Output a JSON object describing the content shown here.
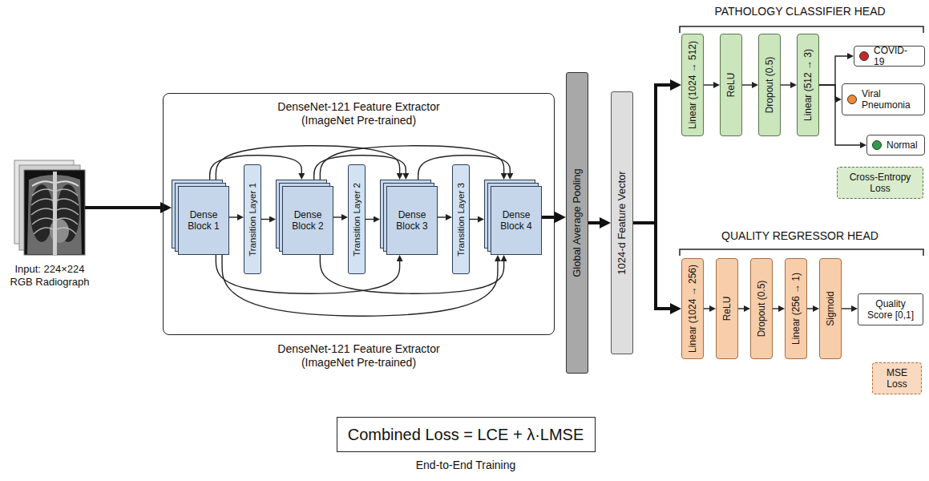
{
  "diagram": {
    "nodes": [
      {
        "text": [
          "Input: 224×224 RGB Radiograph"
        ]
      },
      {
        "text": [
          "DenseNet-121 Feature Extractor (ImageNet Pre-trained)",
          "DenseNet-121 Feature Extractor (ImageNet Pre-trained)"
        ]
      },
      {
        "text": [
          "Dense Block 1"
        ],
        "in": 1
      },
      {
        "text": [
          "Transition Layer 1"
        ],
        "in": 1
      },
      {
        "text": [
          "Dense Block 2"
        ],
        "in": 1
      },
      {
        "text": [
          "Transition Layer 2"
        ],
        "in": 1
      },
      {
        "text": [
          "Dense Block 3"
        ],
        "in": 1
      },
      {
        "text": [
          "Transition Layer 3"
        ],
        "in": 1
      },
      {
        "text": [
          "Dense Block 4"
        ],
        "in": 1
      },
      {
        "text": [
          "Global Average Pooling"
        ]
      },
      {
        "text": [
          "1024-d Feature Vector"
        ]
      },
      {
        "text": [
          "Linear (1024 → 512)"
        ]
      },
      {
        "text": [
          "ReLU"
        ]
      },
      {
        "text": [
          "Dropout (0.5)"
        ]
      },
      {
        "text": [
          "Linear (512 → 3)"
        ]
      },
      {
        "text": [
          "COVID-19"
        ]
      },
      {
        "text": [
          "Viral Pneumonia"
        ]
      },
      {
        "text": [
          "Normal"
        ]
      },
      {
        "text": [
          "Cross-Entropy Loss"
        ]
      },
      {
        "text": [
          "Linear (1024 → 256)"
        ]
      },
      {
        "text": [
          "ReLU"
        ]
      },
      {
        "text": [
          "Dropout (0.5)"
        ]
      },
      {
        "text": [
          "Linear (256 → 1)"
        ]
      },
      {
        "text": [
          "Sigmoid"
        ]
      },
      {
        "text": [
          "Quality Score [0,1]"
        ]
      },
      {
        "text": [
          "MSE Loss"
        ]
      },
      {
        "text": [
          "Combined Loss = LCE + λ·LMSE"
        ]
      }
    ],
    "edges": [
      {
        "from": 0,
        "to": 2,
        "arrow": "to"
      },
      {
        "from": 2,
        "to": 3,
        "arrow": "to"
      },
      {
        "from": 3,
        "to": 4,
        "arrow": "to"
      },
      {
        "from": 4,
        "to": 5,
        "arrow": "to"
      },
      {
        "from": 5,
        "to": 6,
        "arrow": "to"
      },
      {
        "from": 6,
        "to": 7,
        "arrow": "to"
      },
      {
        "from": 7,
        "to": 8,
        "arrow": "to"
      },
      {
        "from": 2,
        "to": 4,
        "arrow": "to"
      },
      {
        "from": 2,
        "to": 6,
        "arrow": "to"
      },
      {
        "from": 4,
        "to": 6,
        "arrow": "to"
      },
      {
        "from": 4,
        "to": 8,
        "arrow": "to"
      },
      {
        "from": 6,
        "to": 8,
        "arrow": "to"
      },
      {
        "from": 2,
        "to": 6,
        "arrow": "to"
      },
      {
        "from": 2,
        "to": 8,
        "arrow": "to"
      },
      {
        "from": 4,
        "to": 8,
        "arrow": "to"
      },
      {
        "from": 8,
        "to": 9,
        "arrow": "to"
      },
      {
        "from": 9,
        "to": 10,
        "arrow": "to"
      },
      {
        "from": 10,
        "to": 11,
        "arrow": "to"
      },
      {
        "from": 10,
        "to": 19,
        "arrow": "to"
      },
      {
        "from": 11,
        "to": 12,
        "arrow": "to"
      },
      {
        "from": 12,
        "to": 13,
        "arrow": "to"
      },
      {
        "from": 13,
        "to": 14,
        "arrow": "to"
      },
      {
        "from": 14,
        "to": 15,
        "arrow": "to"
      },
      {
        "from": 14,
        "to": 16,
        "arrow": "to"
      },
      {
        "from": 14,
        "to": 17,
        "arrow": "to"
      },
      {
        "from": 19,
        "to": 20,
        "arrow": "to"
      },
      {
        "from": 20,
        "to": 21,
        "arrow": "to"
      },
      {
        "from": 21,
        "to": 22,
        "arrow": "to"
      },
      {
        "from": 22,
        "to": 23,
        "arrow": "to"
      },
      {
        "from": 23,
        "to": 24,
        "arrow": "to"
      }
    ],
    "labels": [
      "PATHOLOGY CLASSIFIER HEAD",
      "QUALITY REGRESSOR HEAD",
      "End-to-End Training"
    ]
  }
}
